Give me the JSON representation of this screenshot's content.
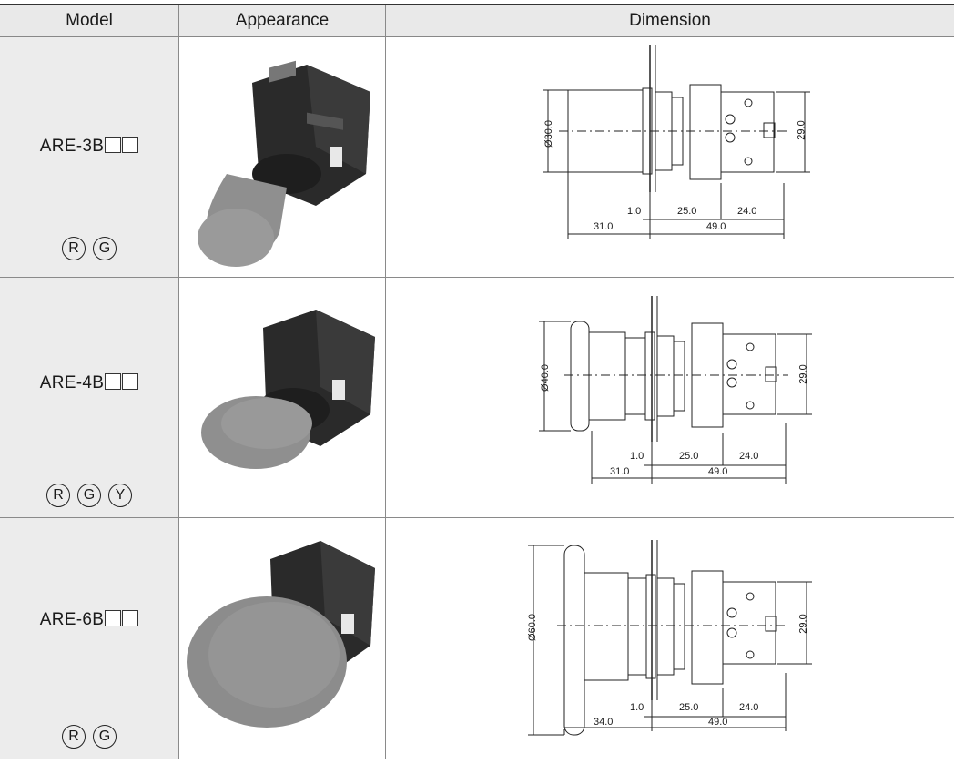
{
  "header": {
    "model": "Model",
    "appearance": "Appearance",
    "dimension": "Dimension"
  },
  "rows": [
    {
      "model": "ARE-3B",
      "colors": [
        "R",
        "G"
      ],
      "cap_diameter": "Ø30.0",
      "height": "29.0",
      "d1": "1.0",
      "d2": "25.0",
      "d3": "24.0",
      "d4": "31.0",
      "d5": "49.0",
      "cap_color": "#8c8c8c"
    },
    {
      "model": "ARE-4B",
      "colors": [
        "R",
        "G",
        "Y"
      ],
      "cap_diameter": "Ø40.0",
      "height": "29.0",
      "d1": "1.0",
      "d2": "25.0",
      "d3": "24.0",
      "d4": "31.0",
      "d5": "49.0",
      "cap_color": "#8c8c8c"
    },
    {
      "model": "ARE-6B",
      "colors": [
        "R",
        "G"
      ],
      "cap_diameter": "Ø60.0",
      "height": "29.0",
      "d1": "1.0",
      "d2": "25.0",
      "d3": "24.0",
      "d4": "34.0",
      "d5": "49.0",
      "cap_color": "#8c8c8c"
    }
  ]
}
